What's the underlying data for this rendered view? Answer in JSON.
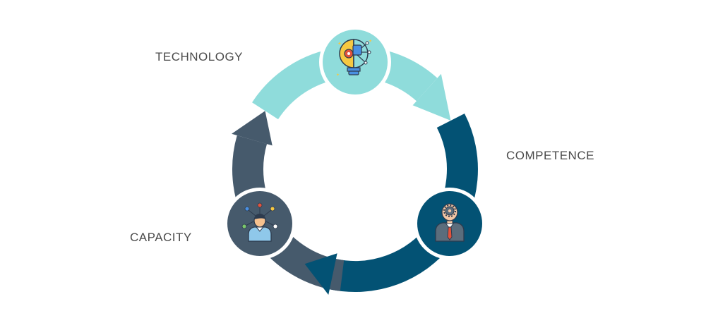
{
  "labels": {
    "technology": "TECHNOLOGY",
    "competence": "COMPETENCE",
    "capacity": "CAPACITY"
  },
  "colors": {
    "technology": "#8fdcdb",
    "competence": "#035274",
    "capacity": "#465a6c"
  },
  "icons": {
    "technology": "lightbulb-gear-icon",
    "competence": "businessman-gear-head-icon",
    "capacity": "person-network-icon"
  }
}
